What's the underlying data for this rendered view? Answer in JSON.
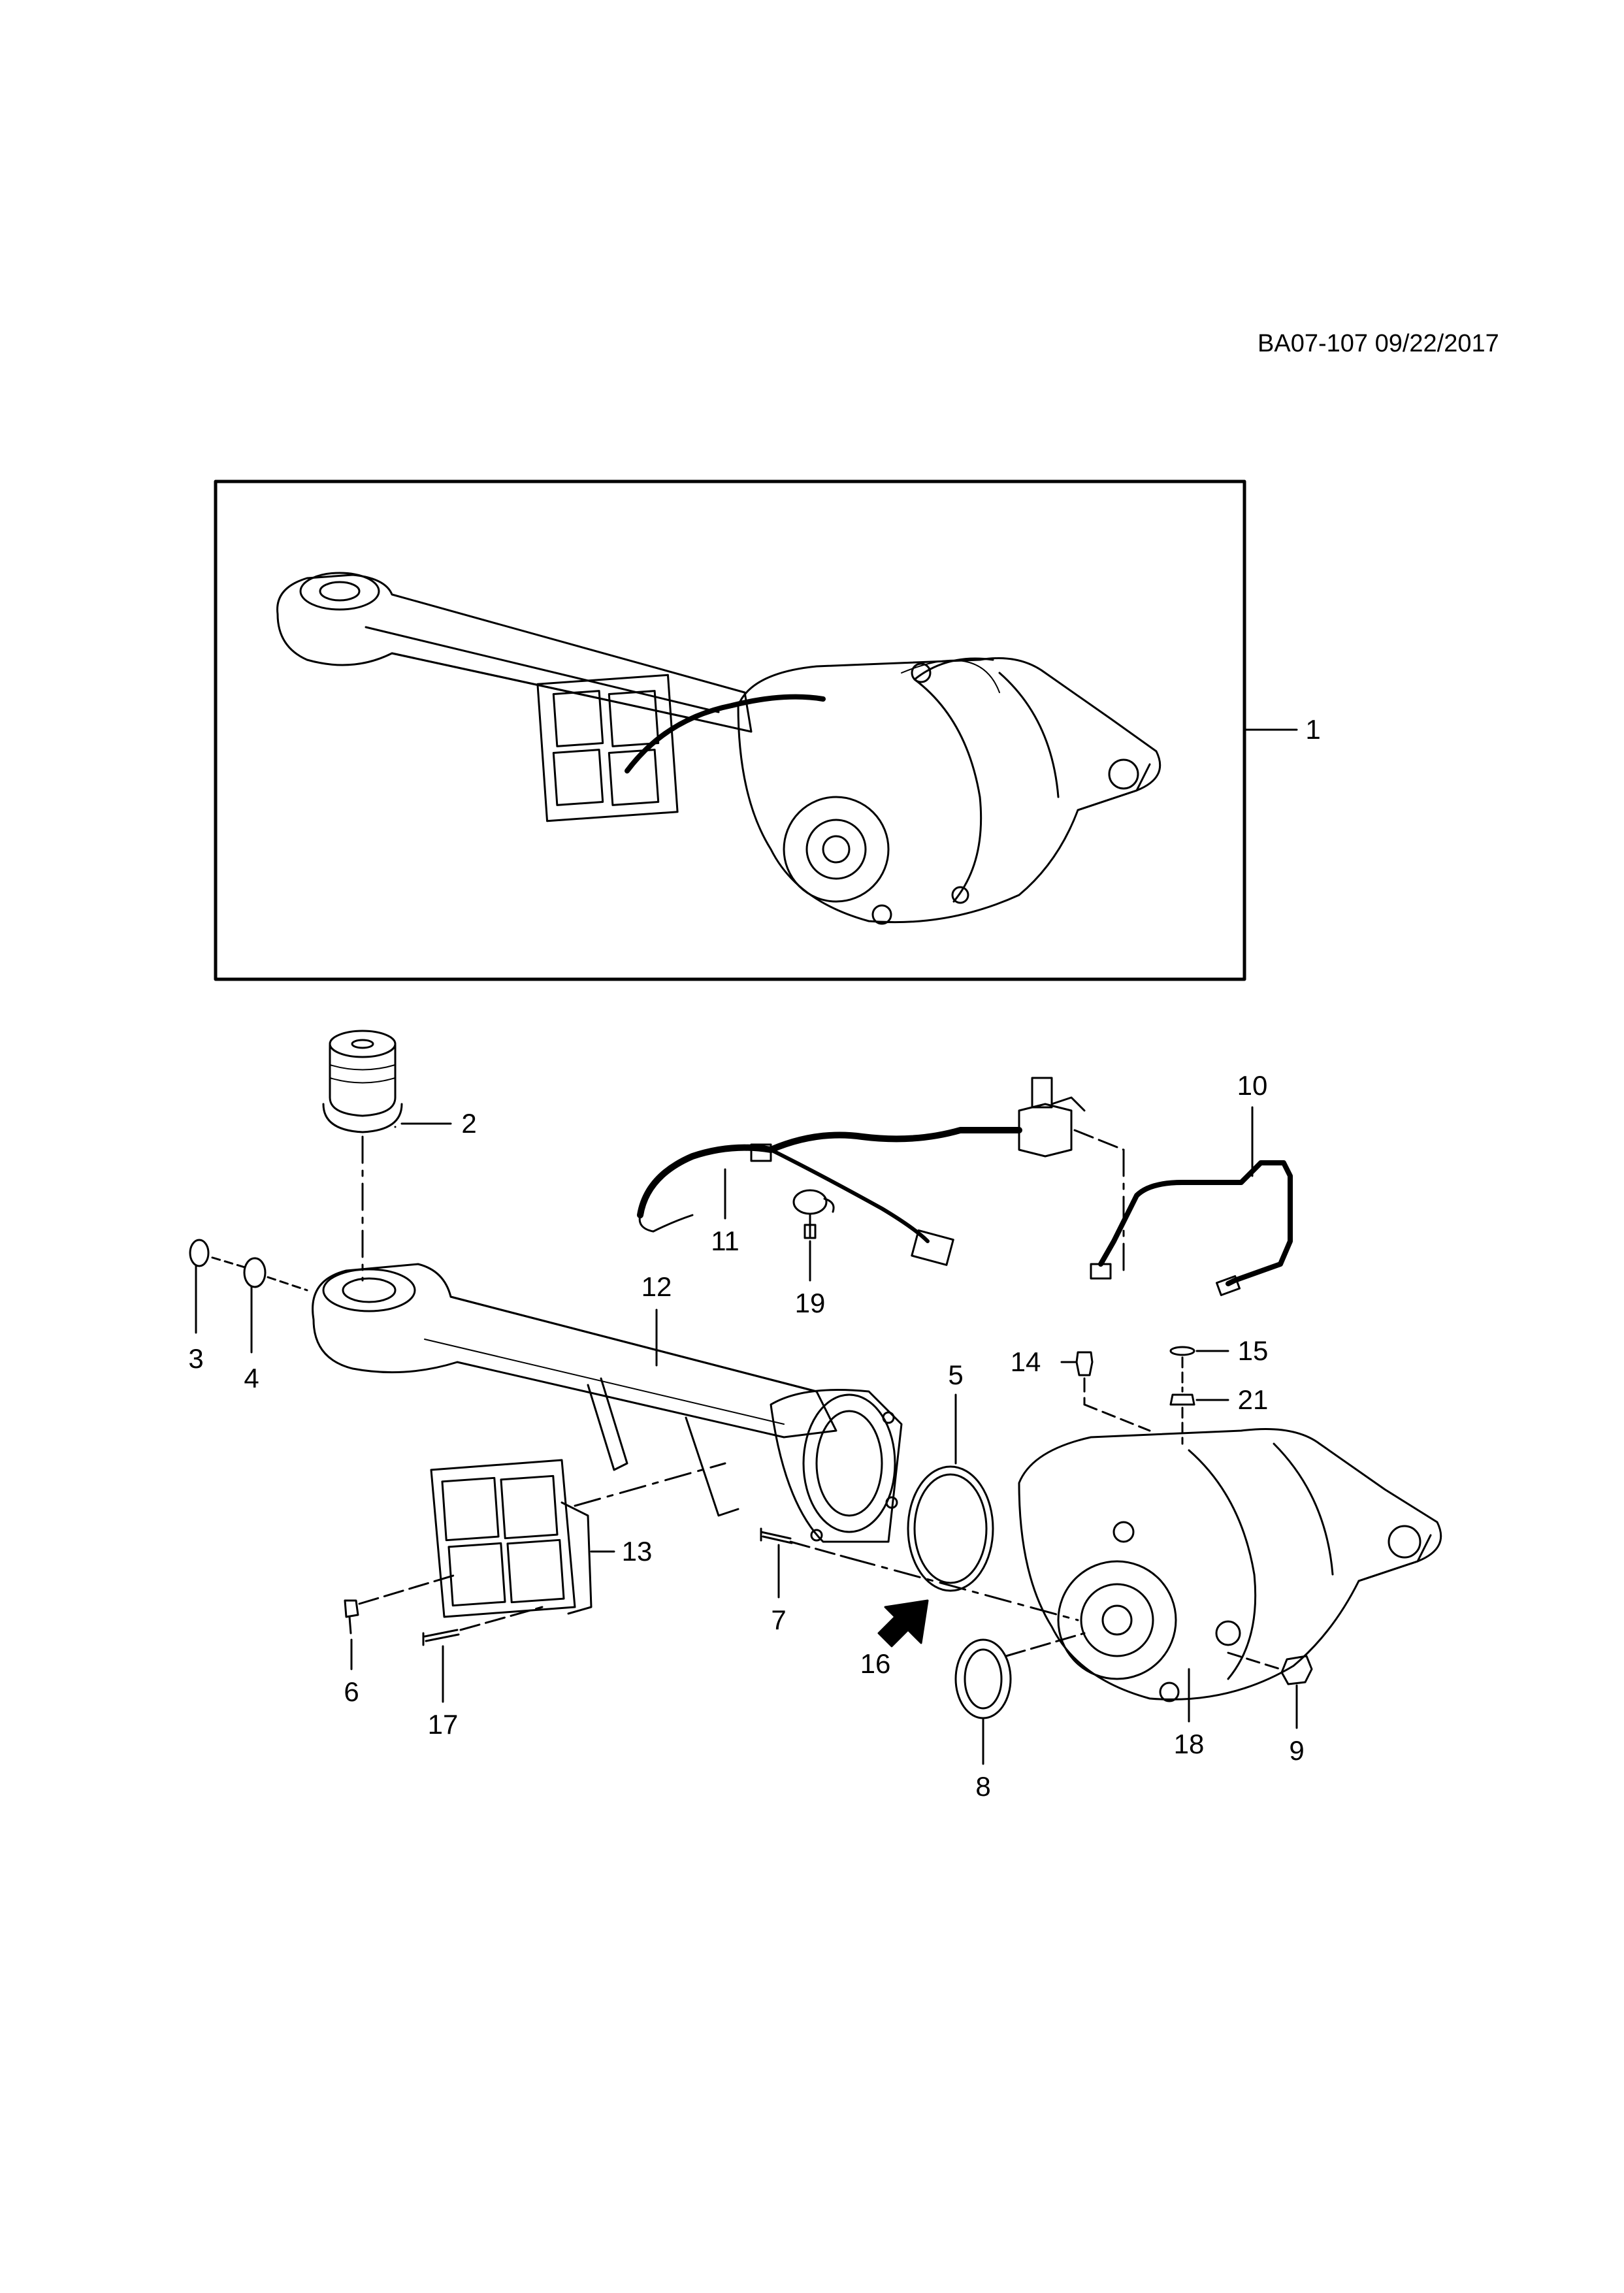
{
  "document_code": "BA07-107 09/22/2017",
  "callouts": {
    "c1": "1",
    "c2": "2",
    "c3": "3",
    "c4": "4",
    "c5": "5",
    "c6": "6",
    "c7": "7",
    "c8": "8",
    "c9": "9",
    "c10": "10",
    "c11": "11",
    "c12": "12",
    "c13": "13",
    "c14": "14",
    "c15": "15",
    "c16": "16",
    "c17": "17",
    "c18": "18",
    "c19": "19",
    "c21": "21"
  }
}
